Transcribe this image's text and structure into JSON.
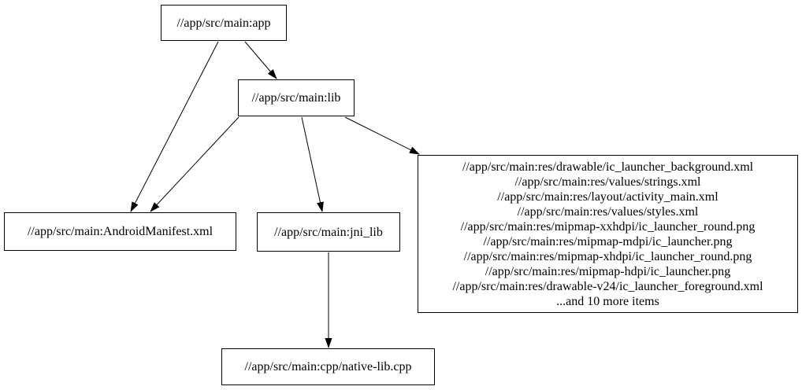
{
  "diagram": {
    "type": "dependency-graph",
    "background_color": "#ffffff",
    "node_border_color": "#000000",
    "edge_color": "#000000",
    "text_color": "#000000",
    "nodes": {
      "app": {
        "label": "//app/src/main:app"
      },
      "lib": {
        "label": "//app/src/main:lib"
      },
      "android_manifest": {
        "label": "//app/src/main:AndroidManifest.xml"
      },
      "jni_lib": {
        "label": "//app/src/main:jni_lib"
      },
      "res_group": {
        "lines": [
          "//app/src/main:res/drawable/ic_launcher_background.xml",
          "//app/src/main:res/values/strings.xml",
          "//app/src/main:res/layout/activity_main.xml",
          "//app/src/main:res/values/styles.xml",
          "//app/src/main:res/mipmap-xxhdpi/ic_launcher_round.png",
          "//app/src/main:res/mipmap-mdpi/ic_launcher.png",
          "//app/src/main:res/mipmap-xhdpi/ic_launcher_round.png",
          "//app/src/main:res/mipmap-hdpi/ic_launcher.png",
          "//app/src/main:res/drawable-v24/ic_launcher_foreground.xml",
          "...and 10 more items"
        ]
      },
      "native_lib": {
        "label": "//app/src/main:cpp/native-lib.cpp"
      }
    },
    "edges": [
      {
        "from": "//app/src/main:app",
        "to": "//app/src/main:lib"
      },
      {
        "from": "//app/src/main:app",
        "to": "//app/src/main:AndroidManifest.xml"
      },
      {
        "from": "//app/src/main:lib",
        "to": "//app/src/main:AndroidManifest.xml"
      },
      {
        "from": "//app/src/main:lib",
        "to": "//app/src/main:jni_lib"
      },
      {
        "from": "//app/src/main:lib",
        "to": "res_group"
      },
      {
        "from": "//app/src/main:jni_lib",
        "to": "//app/src/main:cpp/native-lib.cpp"
      }
    ]
  }
}
